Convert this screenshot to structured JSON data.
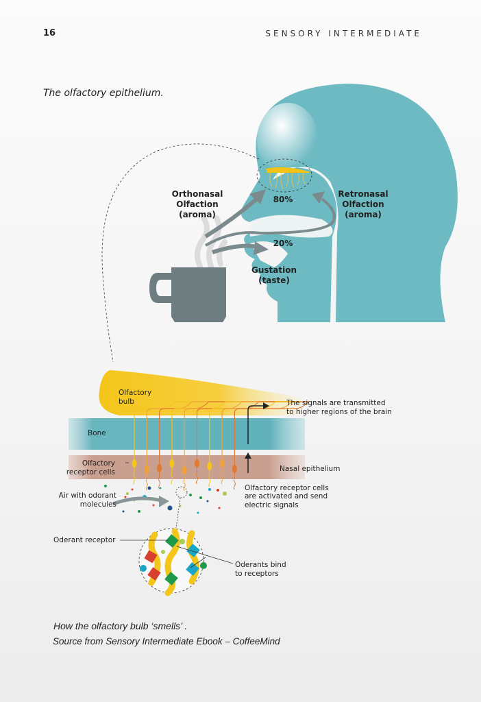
{
  "header": {
    "page_number": "16",
    "running_title": "SENSORY INTERMEDIATE"
  },
  "figure1": {
    "caption": "The olfactory epithelium.",
    "labels": {
      "orthonasal": [
        "Orthonasal",
        "Olfaction",
        "(aroma)"
      ],
      "retronasal": [
        "Retronasal",
        "Olfaction",
        "(aroma)"
      ],
      "gustation": [
        "Gustation",
        "(taste)"
      ],
      "pct_olfaction": "80%",
      "pct_gustation": "20%"
    },
    "colors": {
      "head": "#6dbac3",
      "mug": "#6e7e80",
      "epithelium": "#f2c315",
      "arrow": "#7b8a8c"
    }
  },
  "figure2": {
    "labels": {
      "bulb": [
        "Olfactory",
        "bulb"
      ],
      "signals": [
        "The signals are transmitted",
        "to higher regions of the brain"
      ],
      "bone": "Bone",
      "receptor_cells": [
        "Olfactory",
        "receptor cells"
      ],
      "nasal_epithelium": "Nasal epithelium",
      "air": [
        "Air with odorant",
        "molecules"
      ],
      "activated": [
        "Olfactory receptor cells",
        "are activated and send",
        "electric signals"
      ],
      "oderant_receptor": "Oderant receptor",
      "bind": [
        "Oderants bind",
        "to receptors"
      ]
    },
    "colors": {
      "bulb": "#f4c51a",
      "bone": "#5fb1bb",
      "epithelium": "#c99f90",
      "red": "#d8412f",
      "green": "#1f9a4a",
      "cyan": "#1aa6c6"
    }
  },
  "captions": {
    "figure2": "How the olfactory bulb ‘smells’ .",
    "source": "Source from Sensory Intermediate Ebook – CoffeeMind"
  }
}
